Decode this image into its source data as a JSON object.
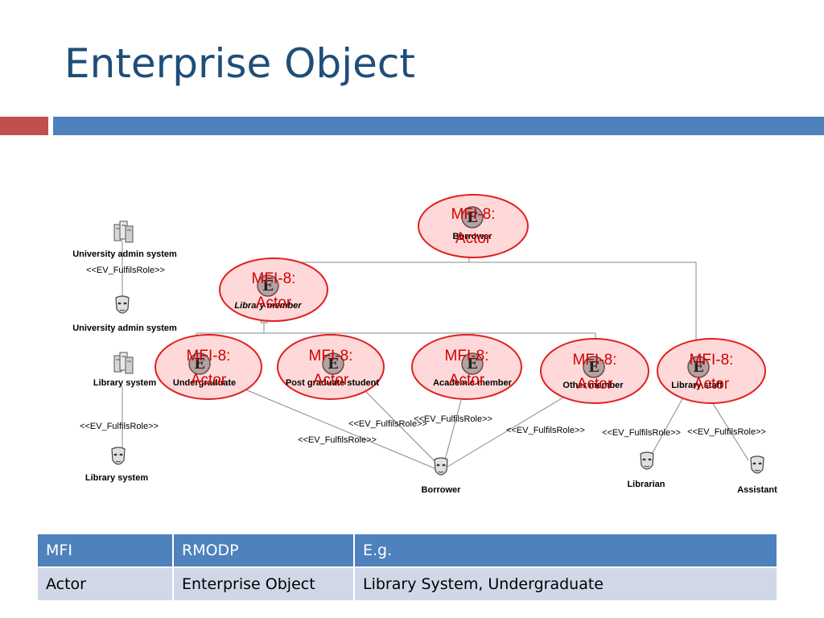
{
  "title": "Enterprise Object",
  "diagram": {
    "stereotype": "<<EV_FulfilsRole>>",
    "mfi_prefix": "MFI-8:",
    "mfi_suffix": "Actor",
    "enterprise_glyph": "E",
    "left_column": {
      "uni_system_label": "University admin system",
      "uni_role_label": "University admin system",
      "lib_system_label": "Library system",
      "lib_role_label": "Library system"
    },
    "nodes": {
      "top": "Borrower",
      "library_member": "Library member",
      "undergraduate": "Undergraduate",
      "postgraduate": "Post graduate student",
      "academic": "Academic member",
      "other": "Other member",
      "library_staff": "Library staff"
    },
    "roles": {
      "borrower": "Borrower",
      "librarian": "Librarian",
      "assistant": "Assistant"
    }
  },
  "table": {
    "headers": [
      "MFI",
      "RMODP",
      "E.g."
    ],
    "rows": [
      [
        "Actor",
        "Enterprise Object",
        "Library System, Undergraduate"
      ]
    ]
  }
}
